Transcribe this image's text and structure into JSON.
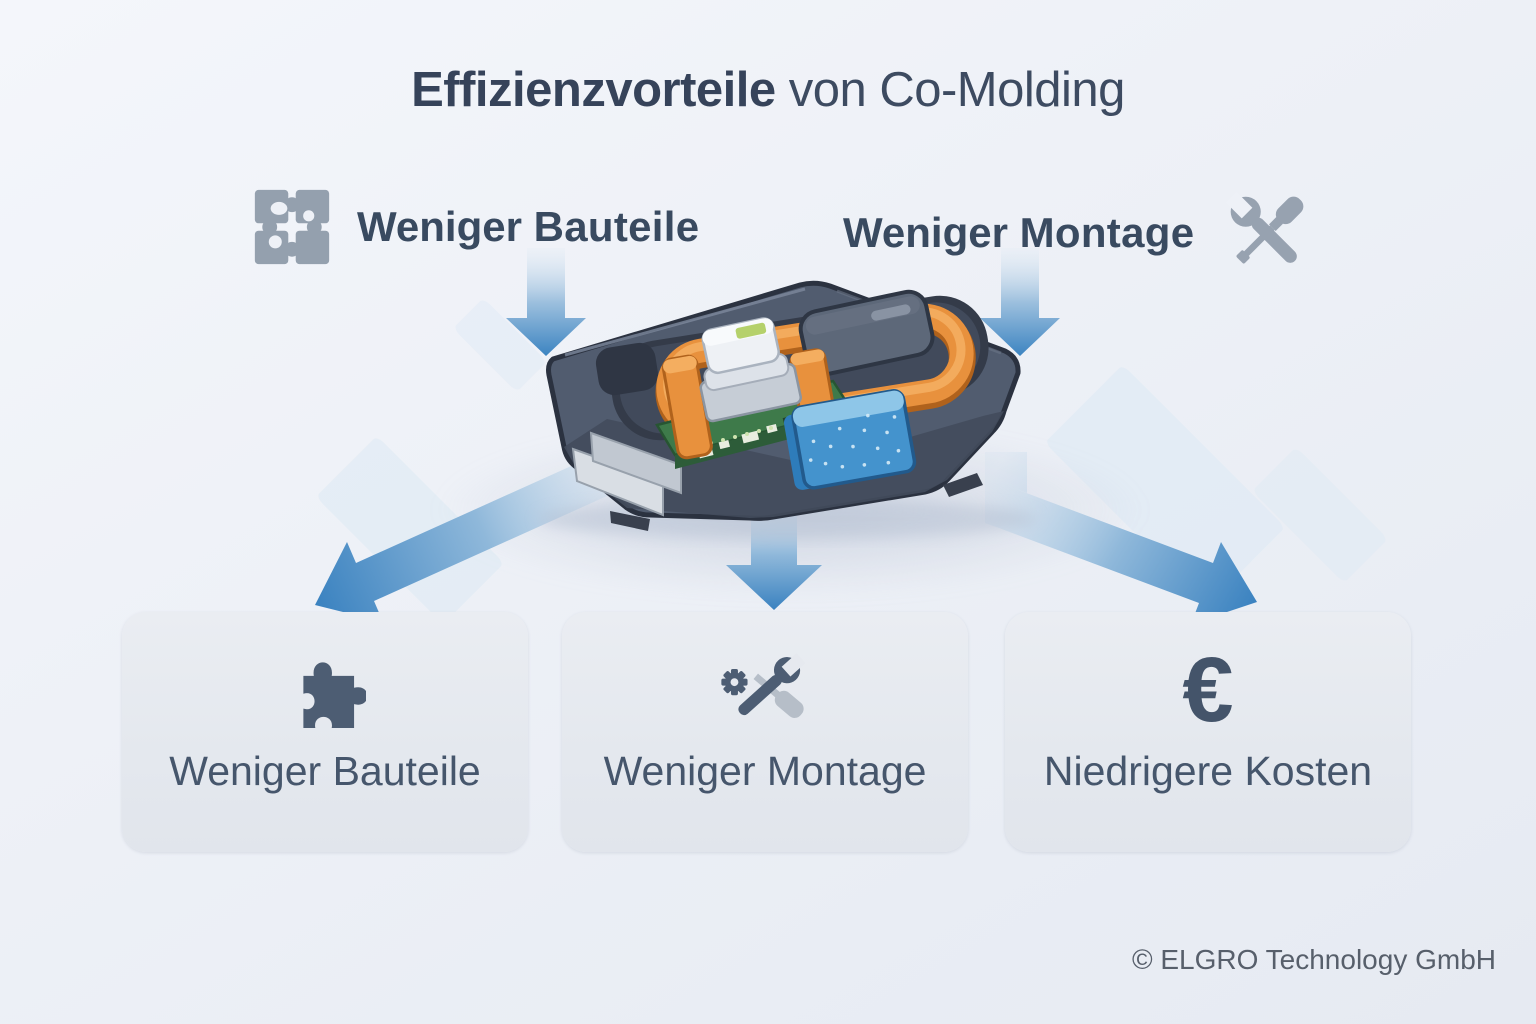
{
  "title": {
    "bold": "Effizienzvorteile",
    "regular": " von Co-Molding"
  },
  "top_labels": [
    {
      "prefix": "Weniger ",
      "emphasis": "Bauteile",
      "icon": "puzzle-group-icon"
    },
    {
      "prefix": "Weniger ",
      "emphasis": "Montage",
      "icon": "wrench-screwdriver-icon"
    }
  ],
  "benefit_cards": [
    {
      "icon": "puzzle-piece-icon",
      "label": "Weniger Bauteile"
    },
    {
      "icon": "wrench-gear-icon",
      "label": "Weniger Montage"
    },
    {
      "icon": "euro-icon",
      "symbol": "€",
      "label": "Niedrigere Kosten"
    }
  ],
  "illustration": {
    "name": "co-molded-device",
    "alt": "Co-molded electronic housing with orange seal ring, PCB cutaway, sensor and blue gasket block"
  },
  "footer": {
    "copyright": "© ELGRO Technology GmbH"
  },
  "colors": {
    "arrow_blue": "#3c84c1",
    "seal_orange": "#e8913d",
    "text_slate": "#3b4a5e",
    "card_bg": "#e6e9ef",
    "icon_gray": "#94a0ae"
  }
}
